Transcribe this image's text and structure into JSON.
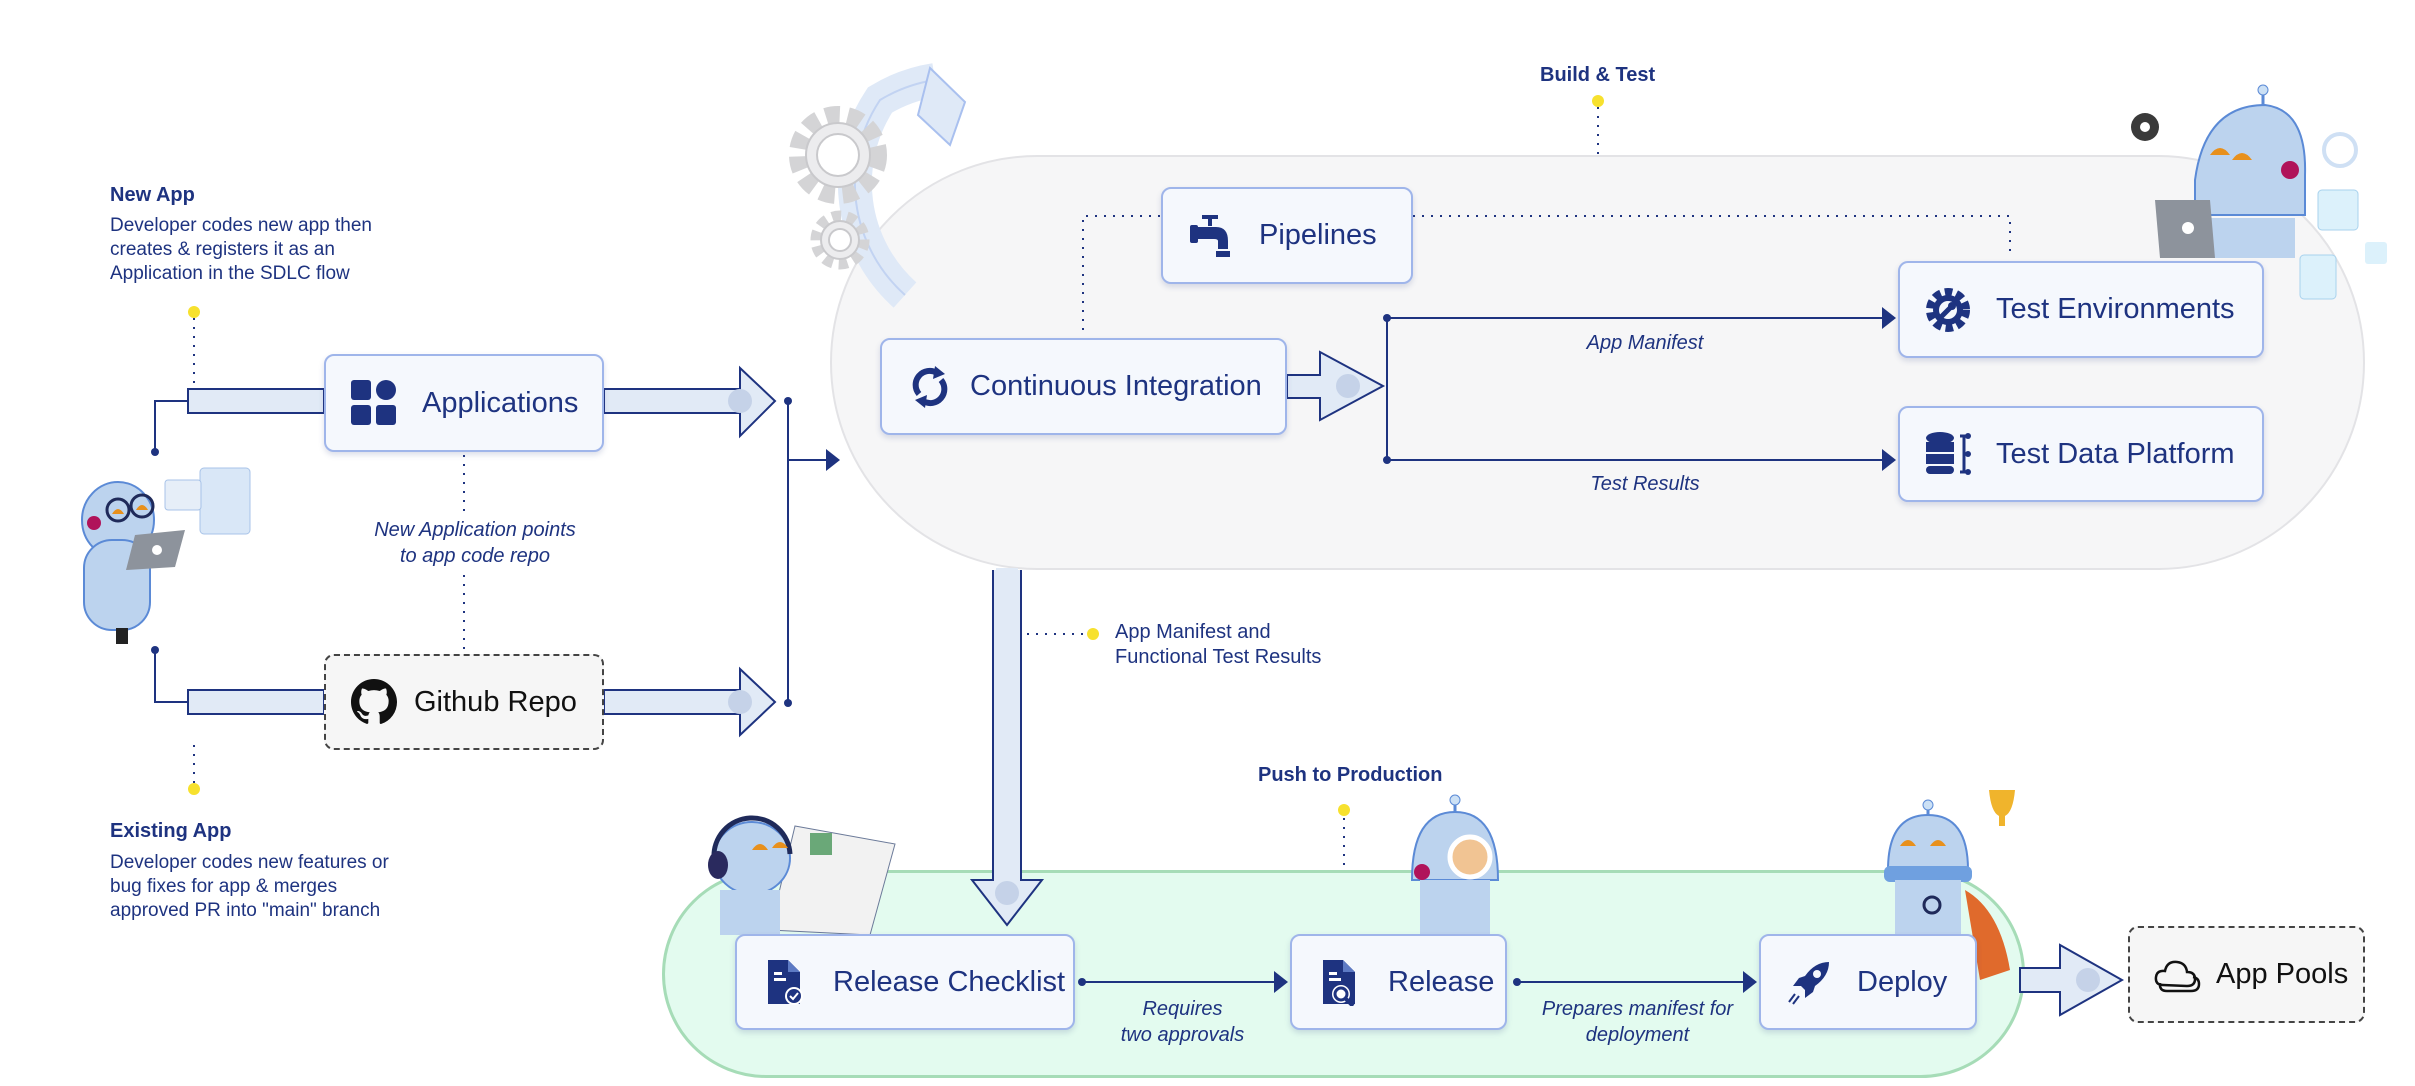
{
  "colors": {
    "navy": "#1e3380",
    "node_border": "#9fb5ea",
    "node_fill": "#f5f8fd",
    "pipe_fill": "#e1eaf6",
    "gray_zone": "#f6f6f7",
    "green_zone": "#e3fbef",
    "green_border": "#a6dcb7",
    "yellow_dot": "#f7e12e"
  },
  "new_app": {
    "title": "New App",
    "lines": [
      "Developer codes new app then",
      "creates & registers it as an",
      "Application in the SDLC flow"
    ]
  },
  "existing_app": {
    "title": "Existing App",
    "lines": [
      "Developer codes new features or",
      "bug fixes for app & merges",
      "approved PR into \"main\" branch"
    ]
  },
  "app_repo_note": [
    "New Application points",
    "to app code repo"
  ],
  "nodes": {
    "applications": {
      "label": "Applications",
      "icon": "apps-grid-icon"
    },
    "github_repo": {
      "label": "Github Repo",
      "icon": "github-icon"
    },
    "continuous_integration": {
      "label": "Continuous Integration",
      "icon": "sync-icon"
    },
    "pipelines": {
      "label": "Pipelines",
      "icon": "faucet-icon"
    },
    "test_environments": {
      "label": "Test Environments",
      "icon": "gear-wrench-icon"
    },
    "test_data_platform": {
      "label": "Test Data Platform",
      "icon": "database-icon"
    },
    "release_checklist": {
      "label": "Release Checklist",
      "icon": "document-check-icon"
    },
    "release": {
      "label": "Release",
      "icon": "document-search-icon"
    },
    "deploy": {
      "label": "Deploy",
      "icon": "rocket-icon"
    },
    "app_pools": {
      "label": "App Pools",
      "icon": "clouds-icon"
    }
  },
  "zones": {
    "build_test": "Build & Test",
    "push_to_production": "Push to Production"
  },
  "edge_labels": {
    "app_manifest": "App Manifest",
    "test_results": "Test Results",
    "manifest_and_results": [
      "App Manifest and",
      "Functional Test Results"
    ],
    "requires_approvals": [
      "Requires",
      "two approvals"
    ],
    "prepares_manifest": [
      "Prepares manifest for",
      "deployment"
    ]
  }
}
